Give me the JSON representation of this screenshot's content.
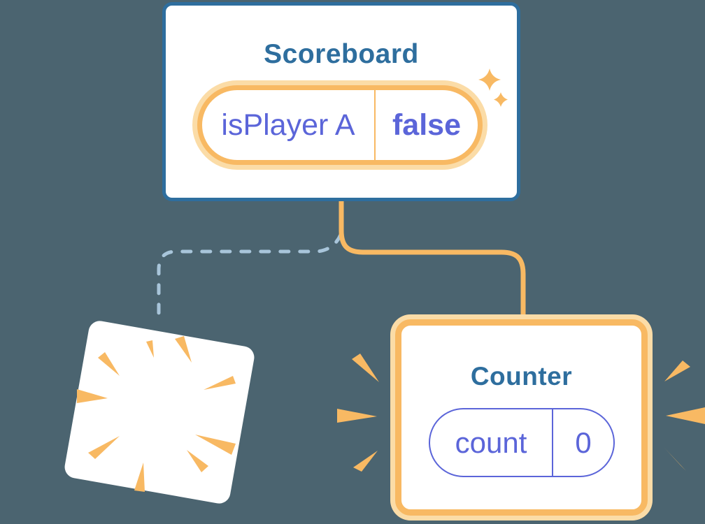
{
  "colors": {
    "background": "#4B6470",
    "card_bg": "#FFFFFF",
    "component_border_blue": "#2E6E9E",
    "component_title_blue": "#2E6E9E",
    "state_orange": "#F8B963",
    "state_orange_halo": "#FBDCA7",
    "state_purple": "#5B65D9",
    "dashed_line_blue": "#A8C5DA"
  },
  "scoreboard": {
    "title": "Scoreboard",
    "state": {
      "name": "isPlayer A",
      "value": "false"
    }
  },
  "counter": {
    "title": "Counter",
    "state": {
      "name": "count",
      "value": "0"
    }
  },
  "icons": {
    "sparkles": "sparkles-icon",
    "poof_burst": "poof-burst-icon",
    "emphasis_rays": "emphasis-rays-icon"
  }
}
